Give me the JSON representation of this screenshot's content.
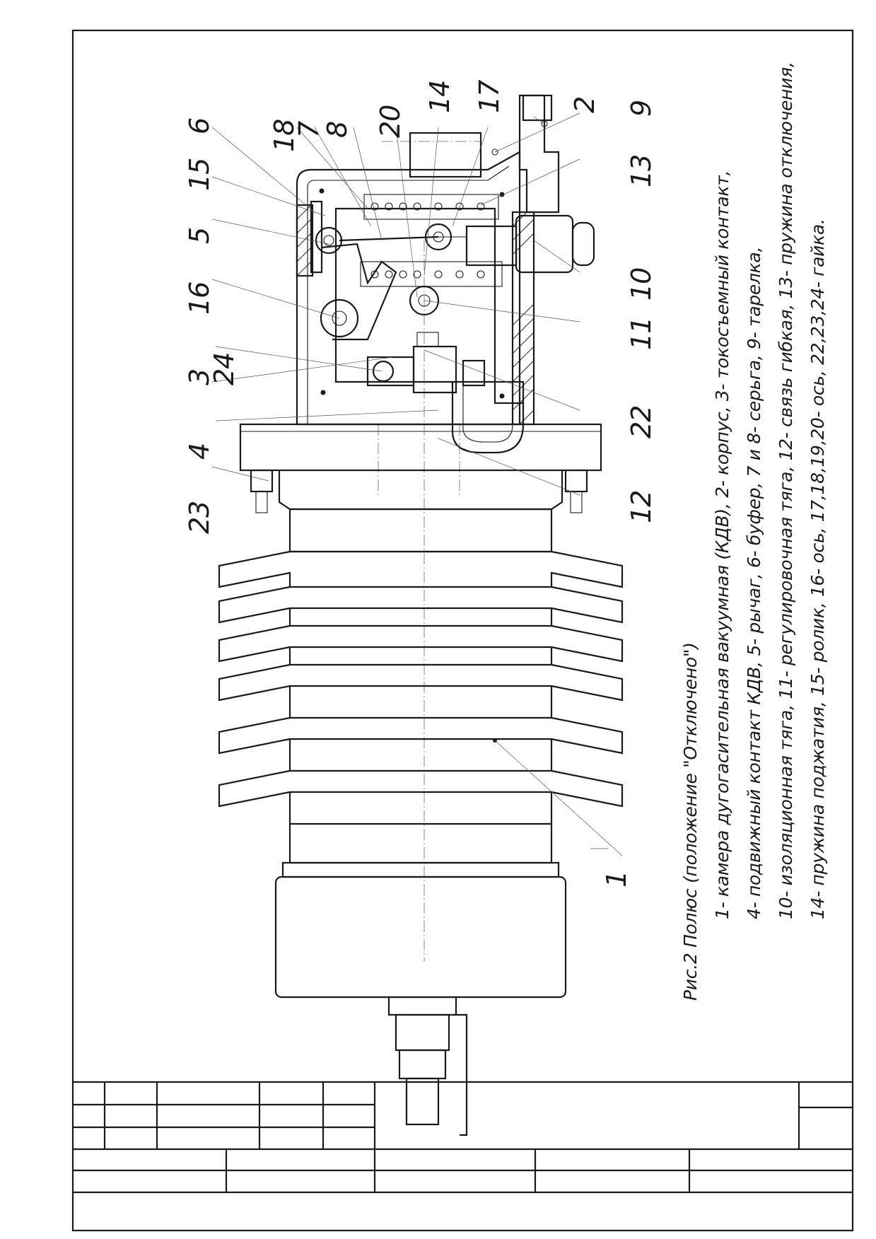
{
  "caption": {
    "title": "Рис.2 Полюс (положение \"Отключено\")",
    "lines": [
      "1- камера дугогасительная вакуумная (КДВ), 2- корпус, 3- токосъемный контакт,",
      "4- подвижный контакт КДВ, 5- рычаг, 6- буфер, 7 и 8- серьга, 9- тарелка,",
      "10- изоляционная тяга, 11- регулировочная тяга, 12- связь гибкая, 13- пружина отключения,",
      "14- пружина поджатия, 15- ролик, 16- ось, 17,18,19,20- ось, 22,23,24- гайка."
    ]
  },
  "callouts": {
    "c1": "1",
    "c2": "2",
    "c3": "3",
    "c4": "4",
    "c5": "5",
    "c6": "6",
    "c7": "7",
    "c8": "8",
    "c9": "9",
    "c10": "10",
    "c11": "11",
    "c12": "12",
    "c13": "13",
    "c14": "14",
    "c15": "15",
    "c16": "16",
    "c17": "17",
    "c18": "18",
    "c20": "20",
    "c22": "22",
    "c23": "23",
    "c24": "24"
  }
}
